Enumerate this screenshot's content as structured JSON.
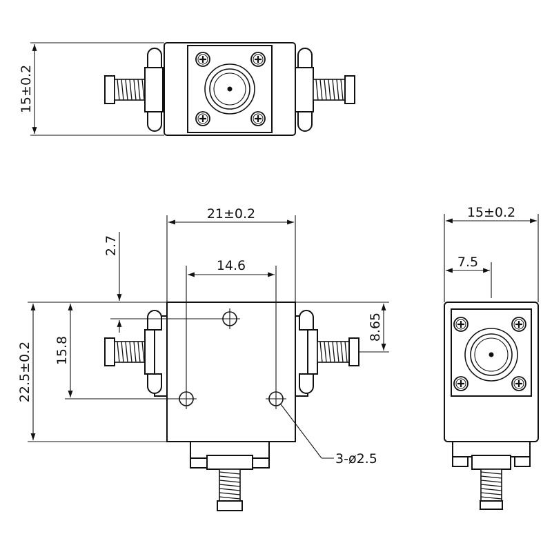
{
  "drawing": {
    "top_view": {
      "height_dim": "15±0.2"
    },
    "front_view": {
      "width_dim": "21±0.2",
      "hole_spacing_dim": "14.6",
      "offset_dim": "2.7",
      "height_dim": "22.5±0.2",
      "inner_height_dim": "15.8",
      "port_offset_dim": "8.65",
      "hole_callout": "3-ø2.5"
    },
    "side_view": {
      "width_dim": "15±0.2",
      "half_width_dim": "7.5"
    }
  }
}
